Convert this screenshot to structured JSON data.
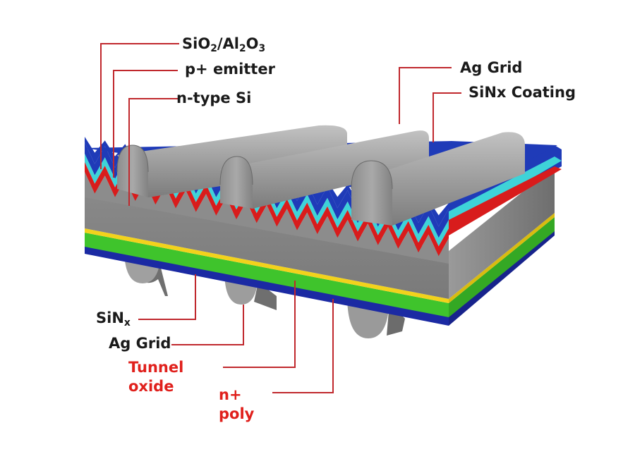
{
  "labels": {
    "sio2_al2o3": {
      "a": "SiO",
      "s1": "2",
      "b": "/Al",
      "s2": "2",
      "c": "O",
      "s3": "3"
    },
    "p_emitter": "p+ emitter",
    "n_type_si": "n-type Si",
    "ag_grid_top": "Ag Grid",
    "sinx_coating": "SiNx Coating",
    "sinx_bottom": {
      "a": "SiN",
      "s": "x"
    },
    "ag_grid_bottom": "Ag Grid",
    "tunnel_oxide": "Tunnel\noxide",
    "n_poly": "n+\npoly"
  },
  "colors": {
    "leader_line": "#c0282d",
    "red_text": "#e0201c",
    "silicon": "#8c8c8c",
    "sinx_top": "#1f3bb8",
    "sio2_al2o3": "#3ed3d8",
    "p_emitter": "#d81c1c",
    "tunnel_oxide": "#f2d21c",
    "n_poly": "#3fc42c",
    "sinx_bottom": "#1b2aa3",
    "ag_grid": "#a8a8a8"
  }
}
